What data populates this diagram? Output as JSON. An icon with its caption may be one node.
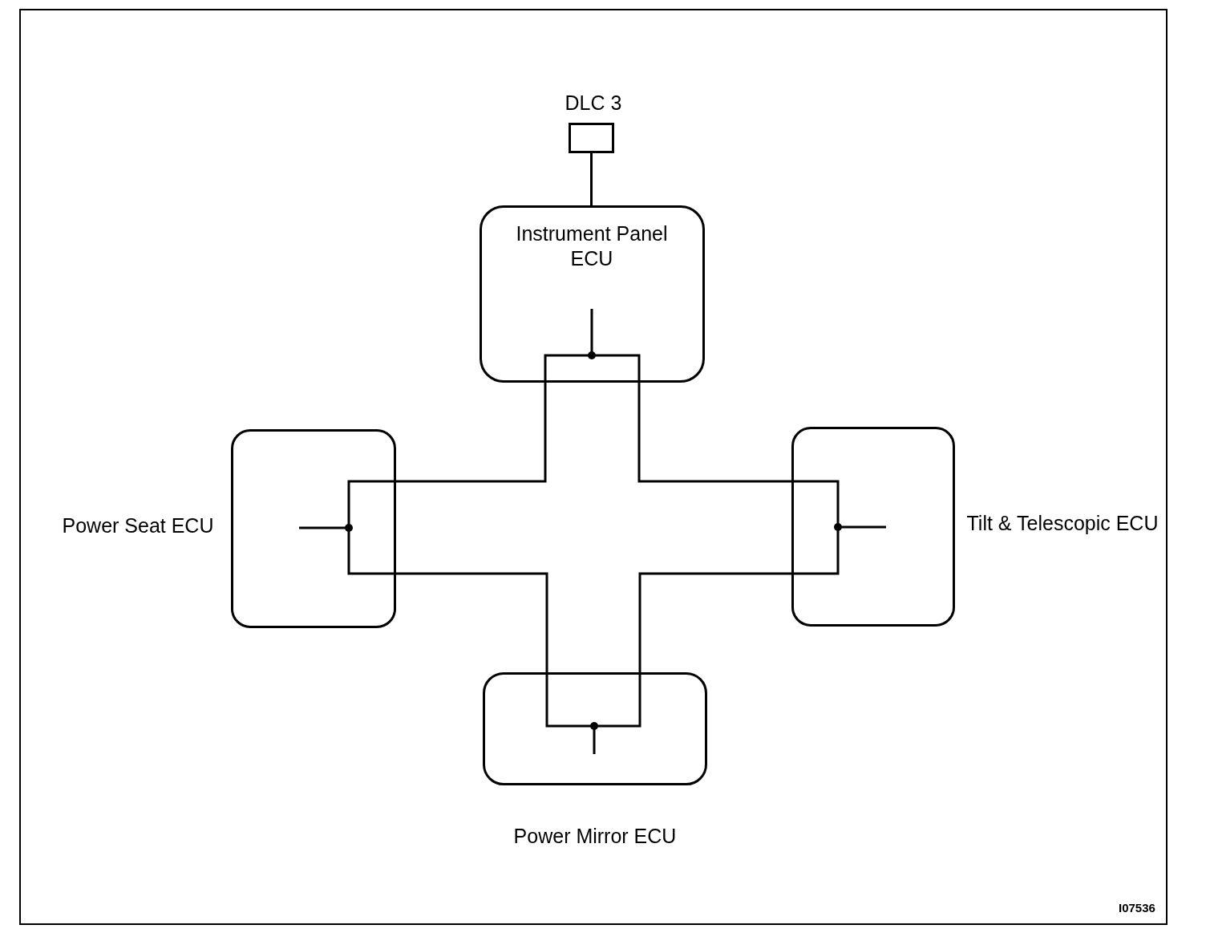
{
  "diagram": {
    "nodes": [
      {
        "text": [
          "DLC 3"
        ]
      },
      {
        "text": [
          "Instrument Panel ECU"
        ]
      },
      {
        "text": [
          "Power Seat ECU"
        ]
      },
      {
        "text": [
          "Tilt & Telescopic ECU"
        ]
      },
      {
        "text": [
          "Power Mirror ECU"
        ]
      }
    ],
    "edges": [
      {
        "from": 0,
        "to": 1,
        "arrow": "none"
      },
      {
        "from": 1,
        "to": 3,
        "arrow": "none"
      },
      {
        "from": 3,
        "to": 4,
        "arrow": "none"
      },
      {
        "from": 4,
        "to": 2,
        "arrow": "none"
      },
      {
        "from": 2,
        "to": 1,
        "arrow": "none"
      }
    ],
    "labels": [
      "I07536"
    ]
  }
}
